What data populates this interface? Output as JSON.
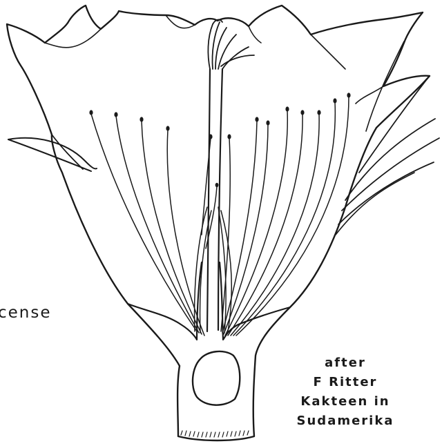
{
  "labels": {
    "cut_text": "cense",
    "credit_lines": [
      "after",
      "F Ritter",
      "Kakteen in",
      "Sudamerika"
    ]
  },
  "colors": {
    "ink": "#1a1a1a",
    "paper": "#ffffff"
  }
}
